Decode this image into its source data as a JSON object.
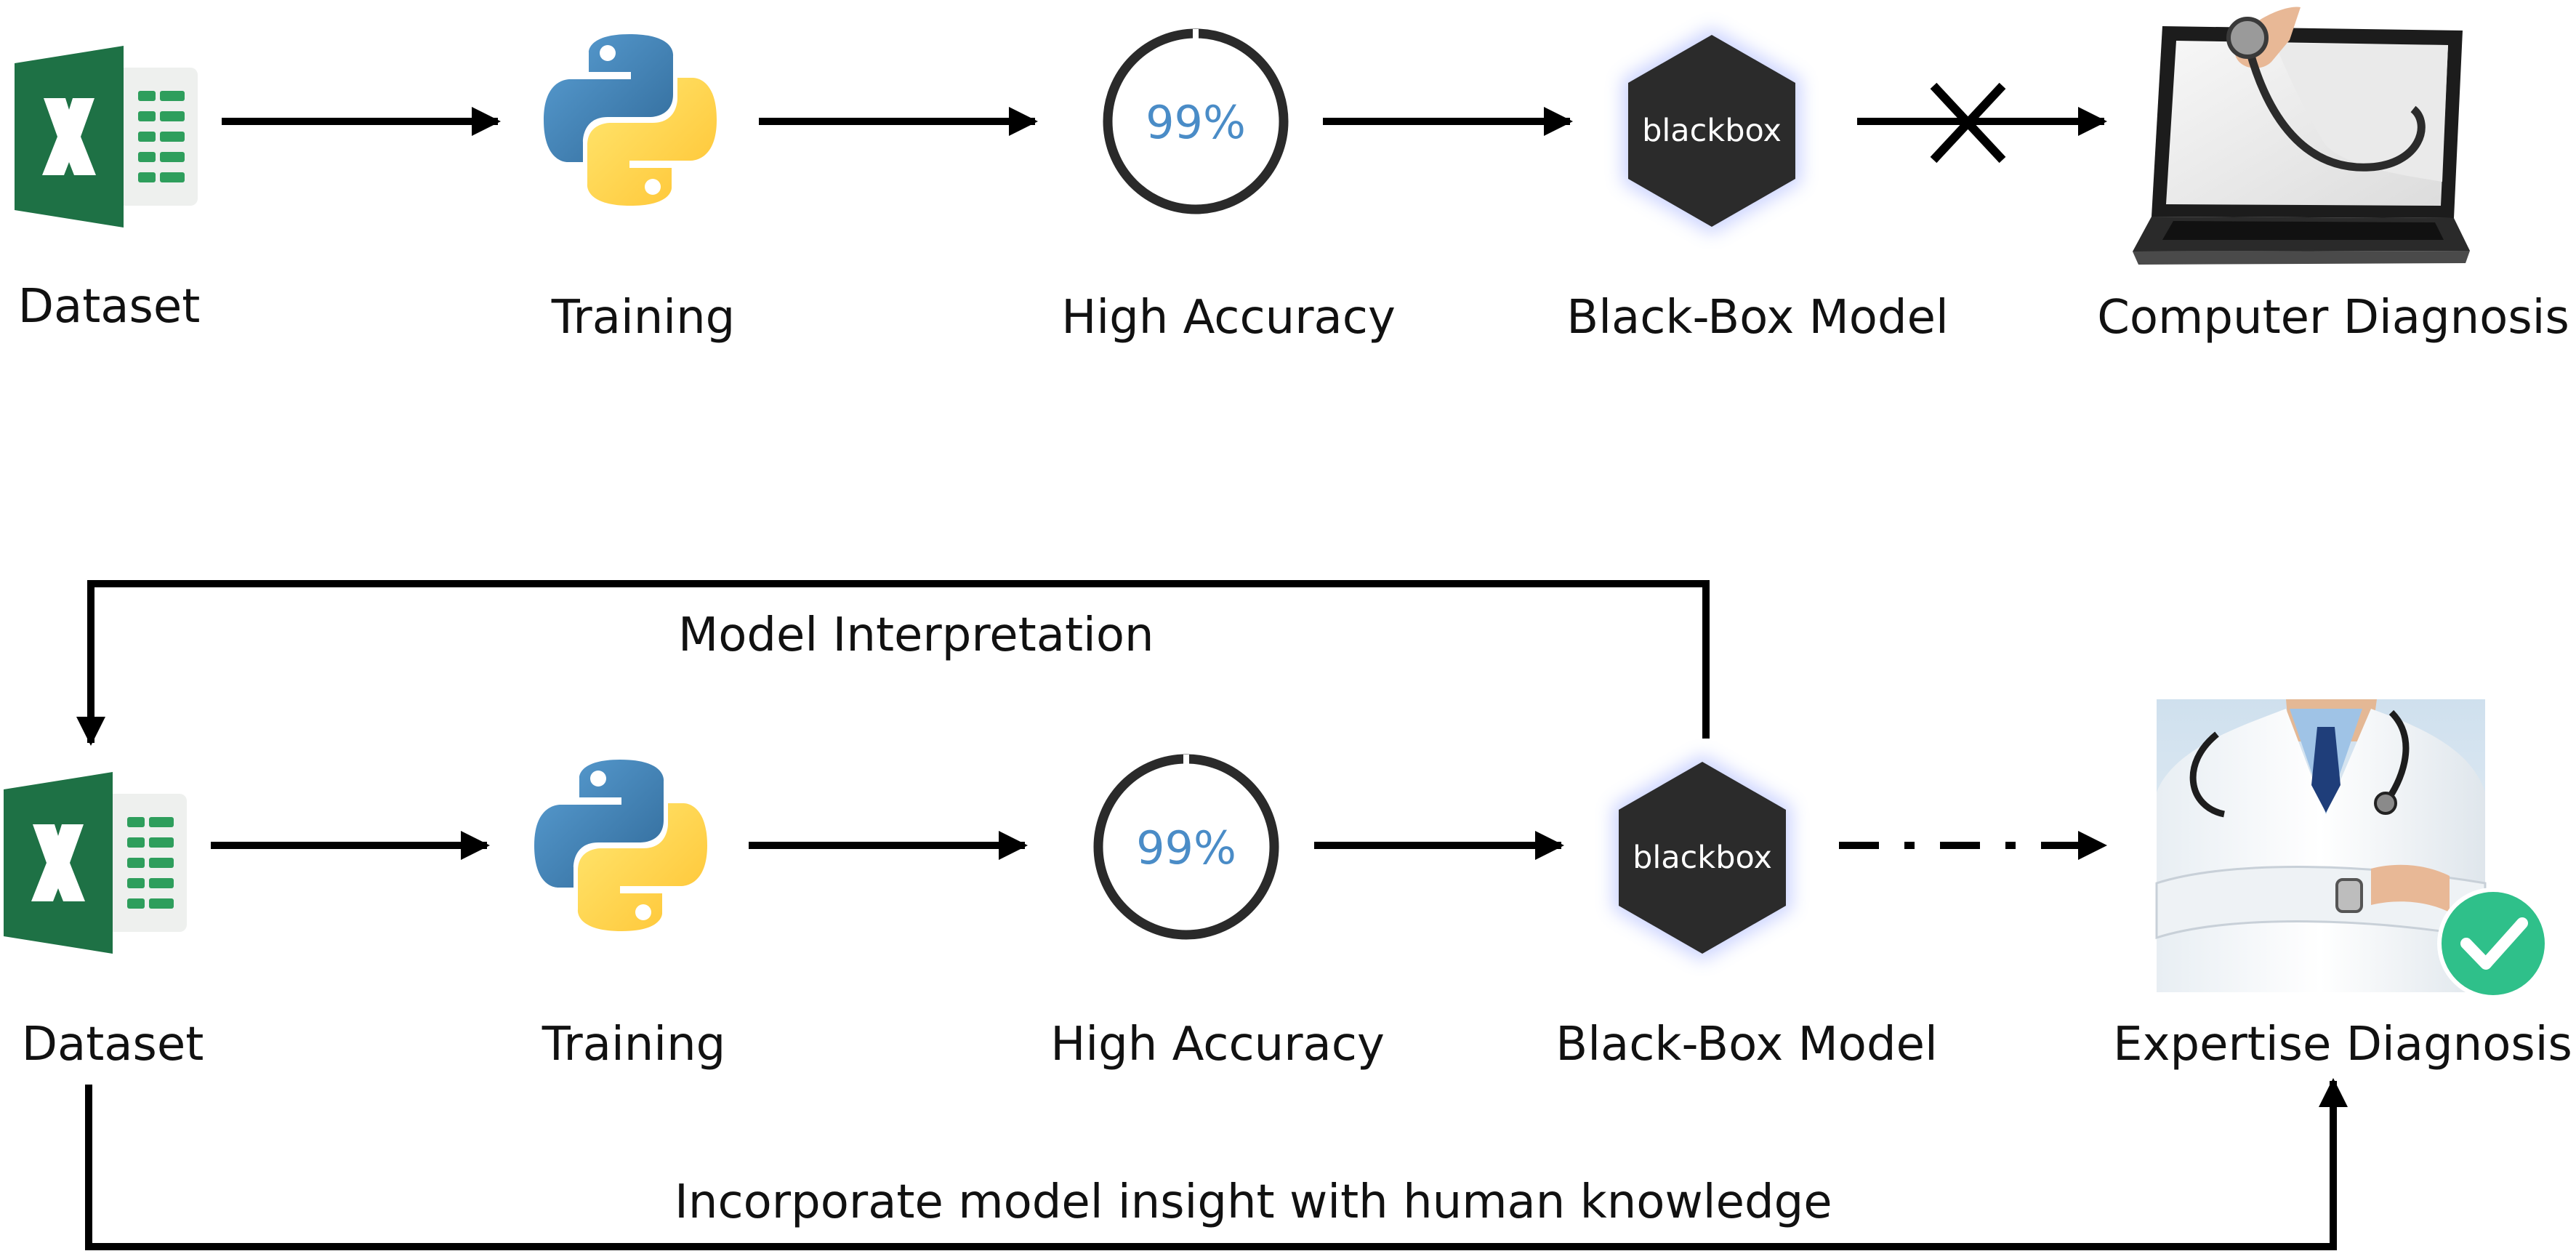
{
  "top_row": {
    "dataset_label": "Dataset",
    "training_label": "Training",
    "accuracy_label": "High Accuracy",
    "accuracy_value": "99%",
    "blackbox_text": "blackbox",
    "model_label": "Black-Box Model",
    "diagnosis_label": "Computer Diagnosis"
  },
  "bottom_row": {
    "dataset_label": "Dataset",
    "training_label": "Training",
    "accuracy_label": "High Accuracy",
    "accuracy_value": "99%",
    "blackbox_text": "blackbox",
    "model_label": "Black-Box Model",
    "diagnosis_label": "Expertise Diagnosis"
  },
  "feedback_label": "Model Interpretation",
  "insight_label": "Incorporate model insight with human knowledge",
  "icons": {
    "dataset": "excel-spreadsheet-icon",
    "training": "python-logo-icon",
    "accuracy": "progress-ring-icon",
    "model": "blackbox-hexagon-icon",
    "blocked": "cross-mark-icon",
    "computer": "laptop-stethoscope-icon",
    "doctor": "doctor-photo-icon",
    "approved": "check-badge-icon"
  },
  "colors": {
    "excel_green": "#1E7145",
    "python_blue": "#3572A5",
    "python_yellow": "#FFD43B",
    "accuracy_text": "#4A8CC7",
    "check_green": "#2FC08A",
    "hexagon": "#2B2B2B"
  }
}
